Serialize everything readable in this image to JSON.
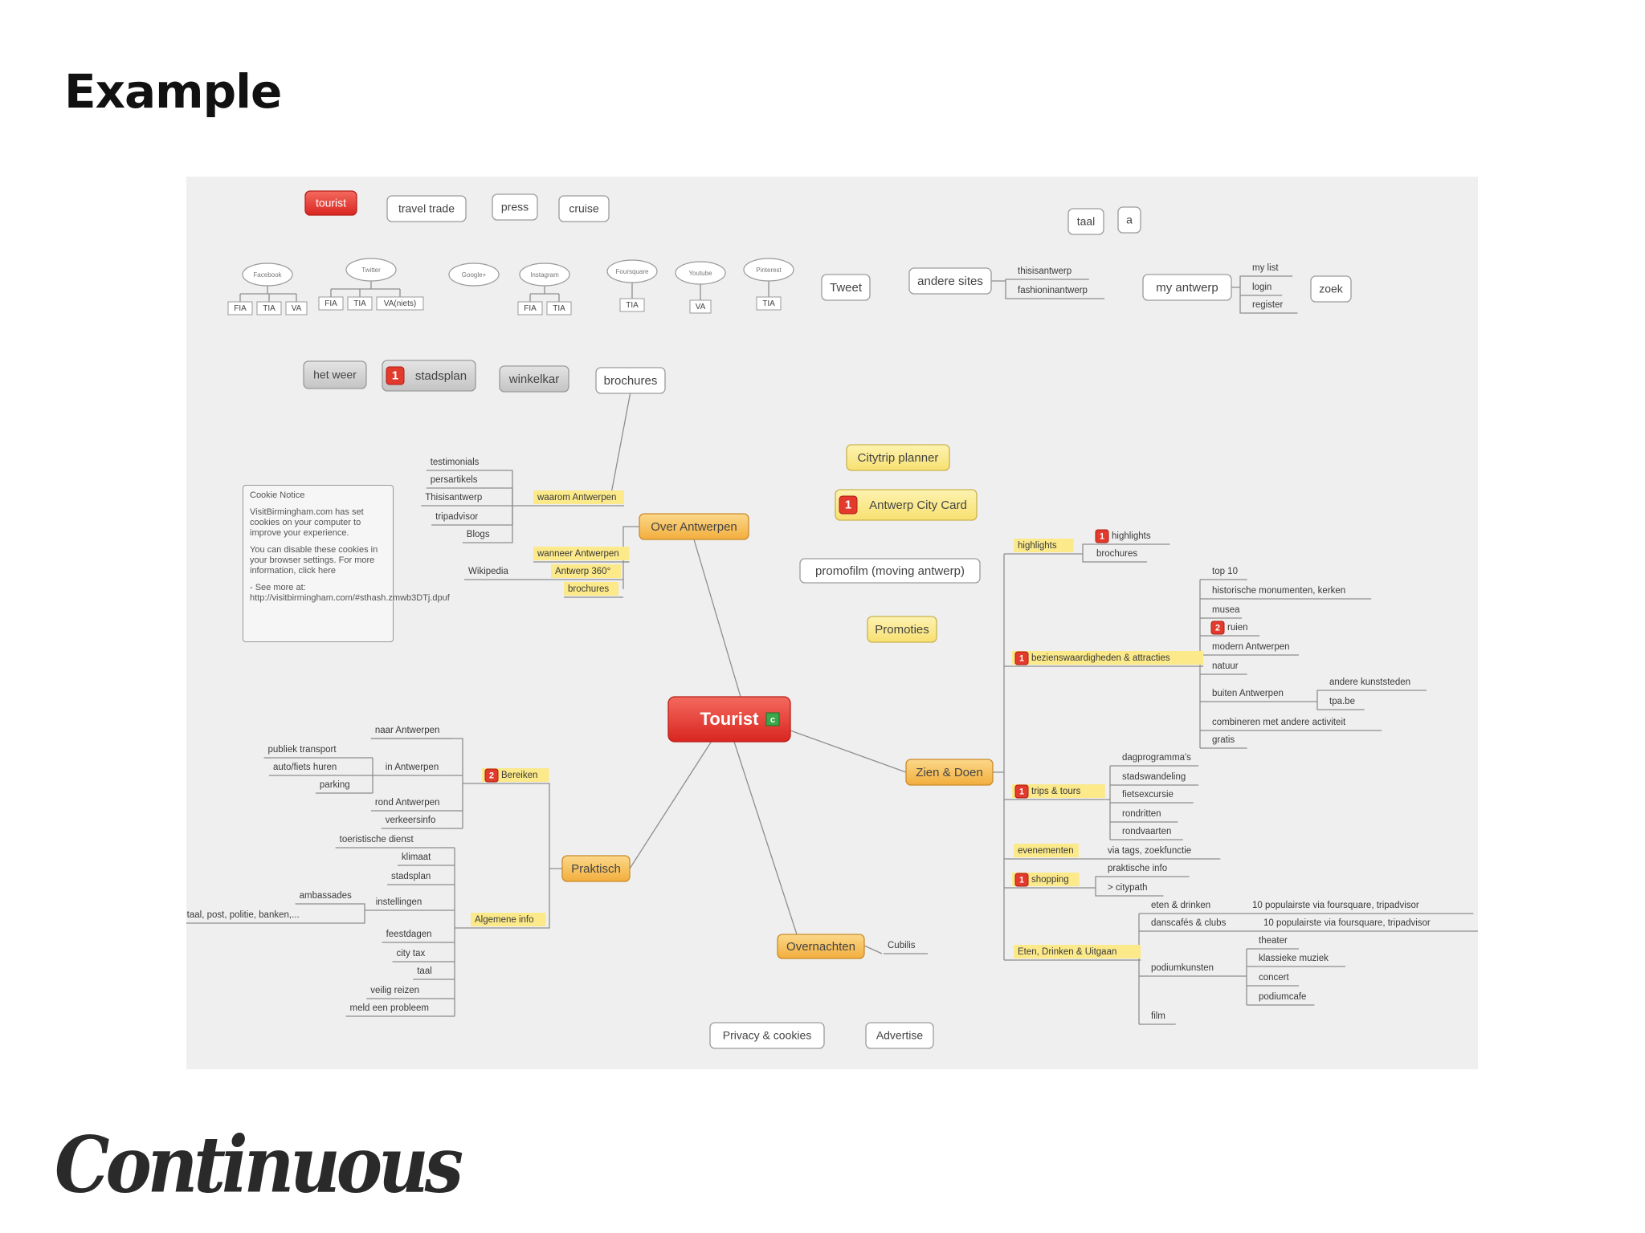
{
  "slide": {
    "title": "Example",
    "logo": "Continuous"
  },
  "colors": {
    "red": "#e53430",
    "orange": "#f8c463",
    "yellow": "#fbe98a",
    "grey": "#cfcfcf",
    "white": "#ffffff",
    "line": "#888888"
  },
  "cookie_notice": {
    "heading": "Cookie Notice",
    "p1": "VisitBirmingham.com has set cookies on your computer to improve your experience.",
    "p2": "You can disable these cookies in your browser settings. For more information, click here",
    "p3": "- See more at: http://visitbirmingham.com/#sthash.zmwb3DTj.dpuf"
  },
  "boxes": [
    {
      "id": "tourist-tab",
      "text": "tourist",
      "fill": "red"
    },
    {
      "id": "travel-trade",
      "text": "travel trade",
      "fill": "white"
    },
    {
      "id": "press",
      "text": "press",
      "fill": "white"
    },
    {
      "id": "cruise",
      "text": "cruise",
      "fill": "white"
    },
    {
      "id": "taal-top",
      "text": "taal",
      "fill": "white"
    },
    {
      "id": "a",
      "text": "a",
      "fill": "white"
    },
    {
      "id": "tweet",
      "text": "Tweet",
      "fill": "white"
    },
    {
      "id": "andere-sites",
      "text": "andere sites",
      "fill": "white"
    },
    {
      "id": "my-antwerp",
      "text": "my antwerp",
      "fill": "white"
    },
    {
      "id": "zoek",
      "text": "zoek",
      "fill": "white"
    },
    {
      "id": "het-weer",
      "text": "het weer",
      "fill": "grey"
    },
    {
      "id": "stadsplan-top",
      "text": "stadsplan",
      "fill": "grey",
      "badge": "1"
    },
    {
      "id": "winkelkar",
      "text": "winkelkar",
      "fill": "grey"
    },
    {
      "id": "brochures-top",
      "text": "brochures",
      "fill": "white"
    },
    {
      "id": "citytrip",
      "text": "Citytrip planner",
      "fill": "yellow"
    },
    {
      "id": "citycard",
      "text": "Antwerp City Card",
      "fill": "yellow",
      "badge": "1"
    },
    {
      "id": "promofilm",
      "text": "promofilm (moving antwerp)",
      "fill": "white"
    },
    {
      "id": "promoties",
      "text": "Promoties",
      "fill": "yellow"
    },
    {
      "id": "central",
      "text": "Tourist",
      "fill": "red"
    },
    {
      "id": "over-antwerpen",
      "text": "Over Antwerpen",
      "fill": "orange"
    },
    {
      "id": "praktisch",
      "text": "Praktisch",
      "fill": "orange"
    },
    {
      "id": "overnachten",
      "text": "Overnachten",
      "fill": "orange"
    },
    {
      "id": "zien-doen",
      "text": "Zien & Doen",
      "fill": "orange"
    },
    {
      "id": "privacy",
      "text": "Privacy & cookies",
      "fill": "white"
    },
    {
      "id": "advertise",
      "text": "Advertise",
      "fill": "white"
    }
  ],
  "social": [
    {
      "id": "facebook",
      "name": "Facebook",
      "children": [
        "FIA",
        "TIA",
        "VA"
      ]
    },
    {
      "id": "twitter",
      "name": "Twitter",
      "children": [
        "FIA",
        "TIA",
        "VA(niets)"
      ]
    },
    {
      "id": "google",
      "name": "Google+",
      "children": []
    },
    {
      "id": "instagram",
      "name": "Instagram",
      "children": [
        "FIA",
        "TIA"
      ]
    },
    {
      "id": "foursquare",
      "name": "Foursquare",
      "children": [
        "TIA"
      ]
    },
    {
      "id": "youtube",
      "name": "Youtube",
      "children": [
        "VA"
      ]
    },
    {
      "id": "pinterest",
      "name": "Pinterest",
      "children": [
        "TIA"
      ]
    }
  ],
  "labels": [
    {
      "id": "thisisantwerp-top",
      "text": "thisisantwerp"
    },
    {
      "id": "fashioninantwerp",
      "text": "fashioninantwerp"
    },
    {
      "id": "my-list",
      "text": "my list"
    },
    {
      "id": "login",
      "text": "login"
    },
    {
      "id": "register",
      "text": "register"
    },
    {
      "id": "waarom",
      "text": "waarom Antwerpen",
      "hl": true
    },
    {
      "id": "testimonials",
      "text": "testimonials"
    },
    {
      "id": "persartikels",
      "text": "persartikels"
    },
    {
      "id": "thisisantwerp",
      "text": "Thisisantwerp"
    },
    {
      "id": "tripadvisor",
      "text": "tripadvisor"
    },
    {
      "id": "blogs",
      "text": "Blogs"
    },
    {
      "id": "wanneer",
      "text": "wanneer Antwerpen",
      "hl": true
    },
    {
      "id": "antwerp360",
      "text": "Antwerp 360°",
      "hl": true
    },
    {
      "id": "wikipedia",
      "text": "Wikipedia"
    },
    {
      "id": "brochures-over",
      "text": "brochures",
      "hl": true
    },
    {
      "id": "bereiken",
      "text": "Bereiken",
      "hl": true,
      "badge": "2"
    },
    {
      "id": "naar-antwerpen",
      "text": "naar Antwerpen"
    },
    {
      "id": "in-antwerpen",
      "text": "in Antwerpen"
    },
    {
      "id": "publiek",
      "text": "publiek transport"
    },
    {
      "id": "auto",
      "text": "auto/fiets huren"
    },
    {
      "id": "parking",
      "text": "parking"
    },
    {
      "id": "rond",
      "text": "rond Antwerpen"
    },
    {
      "id": "verkeersinfo",
      "text": "verkeersinfo"
    },
    {
      "id": "algemene",
      "text": "Algemene info",
      "hl": true
    },
    {
      "id": "toeristische",
      "text": "toeristische dienst"
    },
    {
      "id": "klimaat",
      "text": "klimaat"
    },
    {
      "id": "stadsplan-info",
      "text": "stadsplan"
    },
    {
      "id": "instellingen",
      "text": "instellingen"
    },
    {
      "id": "ambassades",
      "text": "ambassades"
    },
    {
      "id": "hospitaal",
      "text": "hospitaal, post, politie, banken,..."
    },
    {
      "id": "feestdagen",
      "text": "feestdagen"
    },
    {
      "id": "citytax",
      "text": "city tax"
    },
    {
      "id": "taal-info",
      "text": "taal"
    },
    {
      "id": "veilig",
      "text": "veilig reizen"
    },
    {
      "id": "probleem",
      "text": "meld een probleem"
    },
    {
      "id": "cubilis",
      "text": "Cubilis"
    },
    {
      "id": "highlights",
      "text": "highlights",
      "hl": true
    },
    {
      "id": "highlights2",
      "text": "highlights",
      "badge": "1"
    },
    {
      "id": "brochures-zien",
      "text": "brochures"
    },
    {
      "id": "beziens",
      "text": "bezienswaardigheden & attracties",
      "hl": true,
      "badge": "1"
    },
    {
      "id": "top10",
      "text": "top 10"
    },
    {
      "id": "historische",
      "text": "historische monumenten, kerken"
    },
    {
      "id": "musea",
      "text": "musea"
    },
    {
      "id": "ruien",
      "text": "ruien",
      "badge": "2"
    },
    {
      "id": "modern",
      "text": "modern Antwerpen"
    },
    {
      "id": "natuur",
      "text": "natuur"
    },
    {
      "id": "buiten",
      "text": "buiten Antwerpen"
    },
    {
      "id": "andere-kunst",
      "text": "andere kunststeden"
    },
    {
      "id": "tpabe",
      "text": "tpa.be"
    },
    {
      "id": "combineren",
      "text": "combineren met andere activiteit"
    },
    {
      "id": "gratis",
      "text": "gratis"
    },
    {
      "id": "trips",
      "text": "trips & tours",
      "hl": true,
      "badge": "1"
    },
    {
      "id": "dagprog",
      "text": "dagprogramma's"
    },
    {
      "id": "stadswandeling",
      "text": "stadswandeling"
    },
    {
      "id": "fietsexcursie",
      "text": "fietsexcursie"
    },
    {
      "id": "rondritten",
      "text": "rondritten"
    },
    {
      "id": "rondvaarten",
      "text": "rondvaarten"
    },
    {
      "id": "evenementen",
      "text": "evenementen",
      "hl": true
    },
    {
      "id": "viatags",
      "text": "via tags, zoekfunctie"
    },
    {
      "id": "shopping",
      "text": "shopping",
      "hl": true,
      "badge": "1"
    },
    {
      "id": "praktische",
      "text": "praktische info"
    },
    {
      "id": "citypath",
      "text": "> citypath"
    },
    {
      "id": "eten-uitgaan",
      "text": "Eten, Drinken & Uitgaan",
      "hl": true
    },
    {
      "id": "eten",
      "text": "eten & drinken"
    },
    {
      "id": "fsq1",
      "text": "10 populairste via foursquare, tripadvisor"
    },
    {
      "id": "danscafes",
      "text": "danscafés & clubs"
    },
    {
      "id": "fsq2",
      "text": "10 populairste via foursquare, tripadvisor"
    },
    {
      "id": "podium",
      "text": "podiumkunsten"
    },
    {
      "id": "theater",
      "text": "theater"
    },
    {
      "id": "klassieke",
      "text": "klassieke muziek"
    },
    {
      "id": "concert",
      "text": "concert"
    },
    {
      "id": "podiumcafe",
      "text": "podiumcafe"
    },
    {
      "id": "film",
      "text": "film"
    }
  ]
}
